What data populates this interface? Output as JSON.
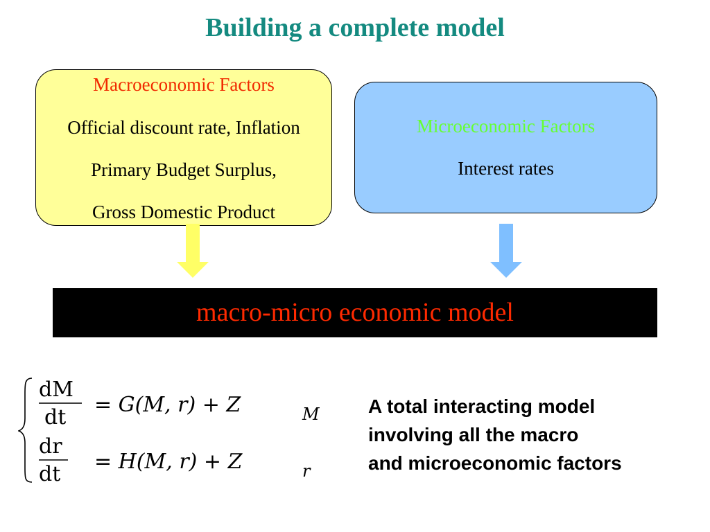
{
  "title": "Building a complete model",
  "macro": {
    "heading": "Macroeconomic Factors",
    "lines": [
      "Official discount rate, Inflation",
      "Primary Budget Surplus,",
      "Gross Domestic Product"
    ]
  },
  "micro": {
    "heading": "Microeconomic Factors",
    "lines": [
      "Interest rates"
    ]
  },
  "model": {
    "label": "macro-micro economic model"
  },
  "equations": {
    "eq1": {
      "lhs_num": "dM",
      "lhs_den": "dt",
      "rhs": "= G(M, r) + Z",
      "sub": "M"
    },
    "eq2": {
      "lhs_num": "dr",
      "lhs_den": "dt",
      "rhs": "= H(M, r) + Z",
      "sub": "r"
    }
  },
  "caption": {
    "lines": [
      "A total interacting model",
      "involving all the macro",
      "and microeconomic factors"
    ]
  },
  "colors": {
    "title": "#148a80",
    "macro_box": "#ffff99",
    "micro_box": "#99ccff",
    "macro_arrow": "#ffff66",
    "micro_arrow": "#7fbfff",
    "model_bg": "#000000",
    "model_text": "#ff2a00",
    "macro_heading": "#f02a00",
    "micro_heading": "#66ff33"
  }
}
